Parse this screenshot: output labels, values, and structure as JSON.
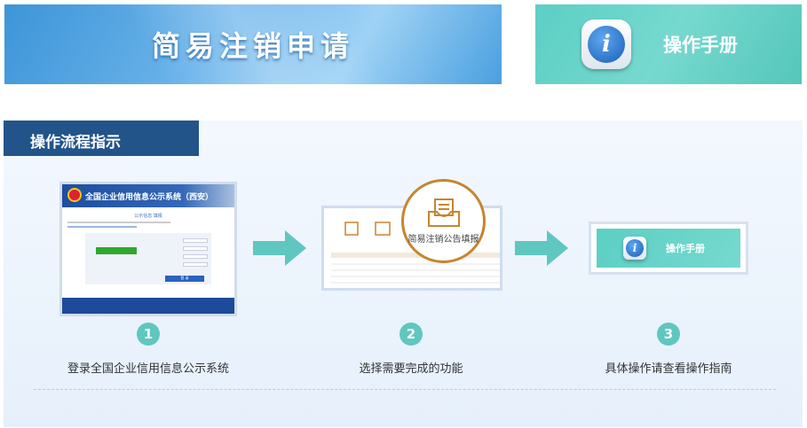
{
  "banner_apply": {
    "title": "简易注销申请"
  },
  "banner_manual": {
    "title": "操作手册",
    "icon": "info-icon"
  },
  "panel": {
    "title": "操作流程指示"
  },
  "steps": [
    {
      "number": "1",
      "label": "登录全国企业信用信息公示系统"
    },
    {
      "number": "2",
      "label": "选择需要完成的功能"
    },
    {
      "number": "3",
      "label": "具体操作请查看操作指南"
    }
  ],
  "step1_shot": {
    "system_title": "全国企业信用信息公示系统（西安）",
    "subtitle": "公示信息 填报",
    "login_button": "登 录"
  },
  "step2_shot": {
    "highlight_label": "简易注销公告填报"
  },
  "step3_shot": {
    "label": "操作手册"
  },
  "colors": {
    "header": "#22548a",
    "teal": "#5fc7c0",
    "orange": "#c5862f"
  }
}
